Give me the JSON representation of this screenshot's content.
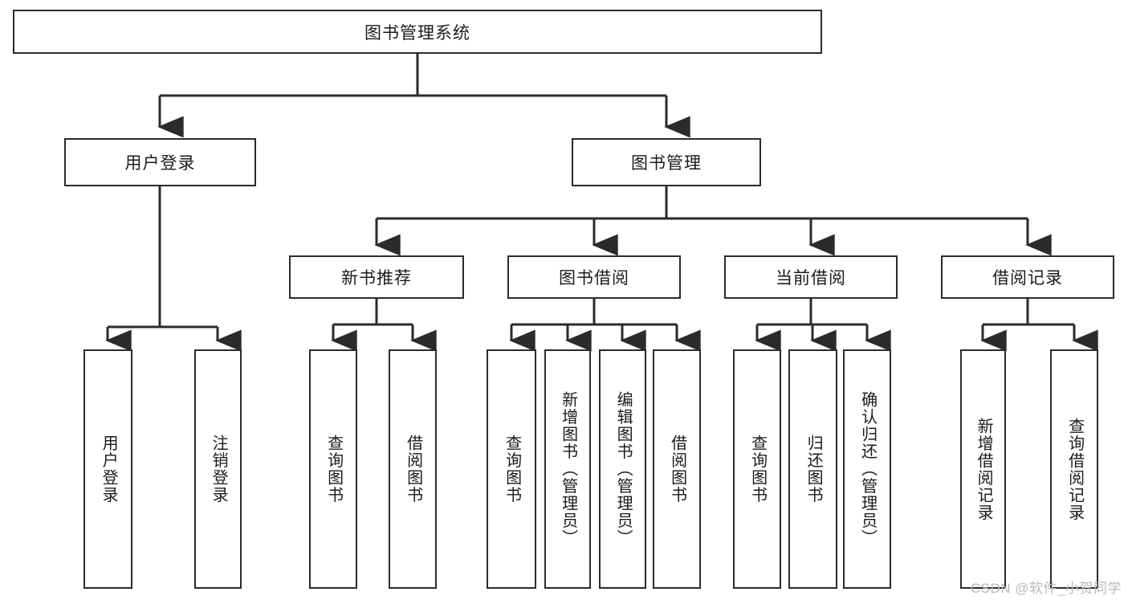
{
  "diagram": {
    "type": "tree",
    "title": "图书管理系统",
    "root": {
      "label": "图书管理系统"
    },
    "level1": [
      {
        "label": "用户登录"
      },
      {
        "label": "图书管理"
      }
    ],
    "level2": [
      {
        "label": "新书推荐"
      },
      {
        "label": "图书借阅"
      },
      {
        "label": "当前借阅"
      },
      {
        "label": "借阅记录"
      }
    ],
    "leaves": {
      "user_login": [
        {
          "label": "用户登录"
        },
        {
          "label": "注销登录"
        }
      ],
      "new_book_recommend": [
        {
          "label": "查询图书"
        },
        {
          "label": "借阅图书"
        }
      ],
      "book_borrow": [
        {
          "label": "查询图书"
        },
        {
          "label": "新增图书（管理员）"
        },
        {
          "label": "编辑图书（管理员）"
        },
        {
          "label": "借阅图书"
        }
      ],
      "current_borrow": [
        {
          "label": "查询图书"
        },
        {
          "label": "归还图书"
        },
        {
          "label": "确认归还（管理员）"
        }
      ],
      "borrow_record": [
        {
          "label": "新增借阅记录"
        },
        {
          "label": "查询借阅记录"
        }
      ]
    }
  },
  "watermark": {
    "text": "CSDN @软件_小贺同学"
  },
  "colors": {
    "border": "#2b2b2b",
    "background": "#ffffff",
    "text": "#1b1b1b",
    "watermark": "#b9b9b9"
  }
}
